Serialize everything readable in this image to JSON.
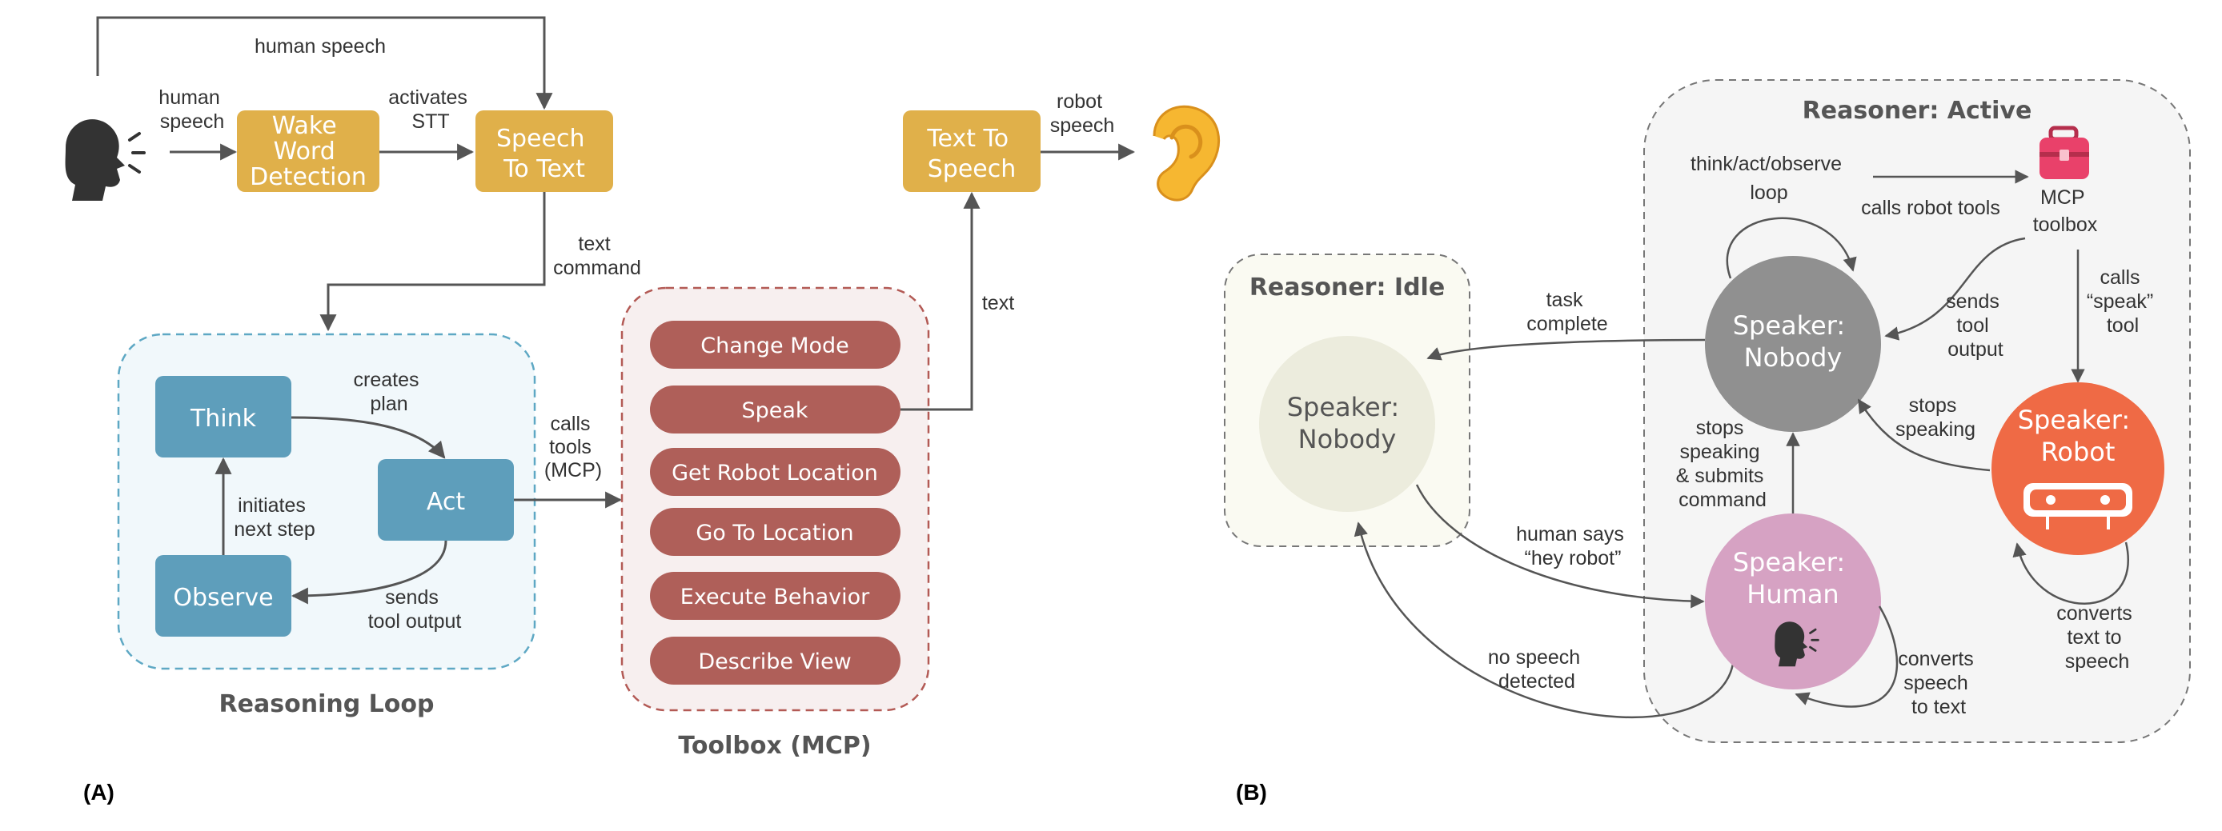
{
  "panel_a": {
    "label": "(A)",
    "human_speech_top": "human speech",
    "human_speech_left": [
      "human",
      "speech"
    ],
    "activates_stt": [
      "activates",
      "STT"
    ],
    "robot_speech": [
      "robot",
      "speech"
    ],
    "text_command": [
      "text",
      "command"
    ],
    "text_edge": "text",
    "calls_tools": [
      "calls",
      "tools",
      "(MCP)"
    ],
    "creates_plan": [
      "creates",
      "plan"
    ],
    "initiates_next_step": [
      "initiates",
      "next step"
    ],
    "sends_tool_output": [
      "sends",
      "tool output"
    ],
    "wake_word": [
      "Wake",
      "Word",
      "Detection"
    ],
    "speech_to_text": [
      "Speech",
      "To Text"
    ],
    "text_to_speech": [
      "Text To",
      "Speech"
    ],
    "think": "Think",
    "act": "Act",
    "observe": "Observe",
    "reasoning_loop_title": "Reasoning Loop",
    "toolbox_title": "Toolbox (MCP)",
    "tools": [
      "Change Mode",
      "Speak",
      "Get Robot Location",
      "Go To Location",
      "Execute Behavior",
      "Describe View"
    ]
  },
  "panel_b": {
    "label": "(B)",
    "active_title": "Reasoner: Active",
    "idle_title": "Reasoner: Idle",
    "think_act_observe": [
      "think/act/observe",
      "loop"
    ],
    "mcp_toolbox": [
      "MCP",
      "toolbox"
    ],
    "calls_robot_tools": "calls robot tools",
    "calls_speak": [
      "calls",
      "“speak”",
      "tool"
    ],
    "sends_tool_output": [
      "sends",
      "tool",
      "output"
    ],
    "task_complete": [
      "task",
      "complete"
    ],
    "stops_speaking": [
      "stops",
      "speaking"
    ],
    "stops_speaking_submits": [
      "stops",
      "speaking",
      "& submits",
      "command"
    ],
    "human_says": [
      "human says",
      "“hey robot”"
    ],
    "no_speech_detected": [
      "no speech",
      "detected"
    ],
    "converts_speech_to_text": [
      "converts",
      "speech",
      "to text"
    ],
    "converts_text_to_speech": [
      "converts",
      "text to",
      "speech"
    ],
    "speaker_nobody_active": [
      "Speaker:",
      "Nobody"
    ],
    "speaker_nobody_idle": [
      "Speaker:",
      "Nobody"
    ],
    "speaker_human": [
      "Speaker:",
      "Human"
    ],
    "speaker_robot": [
      "Speaker:",
      "Robot"
    ]
  },
  "colors": {
    "gold": "#E0B04A",
    "teal": "#5E9EBB",
    "brick": "#AF5F59",
    "gray_node": "#909090",
    "idle_node": "#ECECDD",
    "human_node": "#D6A2C3",
    "robot_node": "#EF6A45",
    "ear": "#F6B731",
    "toolbox_icon": "#E9416A",
    "arrow": "#555555"
  },
  "icons": [
    "speaking-head-icon",
    "ear-icon",
    "toolbox-icon",
    "robot-face-icon"
  ]
}
